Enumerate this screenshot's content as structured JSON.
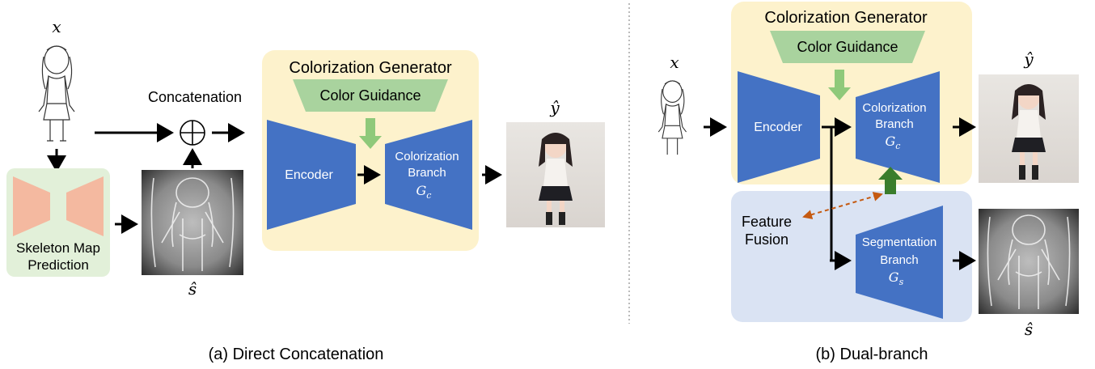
{
  "panel_a": {
    "caption": "(a) Direct Concatenation",
    "input_symbol": "x",
    "concat_label": "Concatenation",
    "concat_symbol": "⊕",
    "skeleton_box": {
      "line1": "Skeleton Map",
      "line2": "Prediction"
    },
    "skeleton_symbol": "ŝ",
    "generator": {
      "title": "Colorization Generator",
      "guidance": "Color Guidance",
      "encoder": "Encoder",
      "branch": {
        "line1": "Colorization",
        "line2": "Branch",
        "symbol": "G",
        "sub": "c"
      }
    },
    "output_symbol": "ŷ"
  },
  "panel_b": {
    "caption": "(b) Dual-branch",
    "input_symbol": "x",
    "generator": {
      "title": "Colorization Generator",
      "guidance": "Color Guidance",
      "encoder": "Encoder",
      "branch": {
        "line1": "Colorization",
        "line2": "Branch",
        "symbol": "G",
        "sub": "c"
      }
    },
    "fusion": {
      "line1": "Feature",
      "line2": "Fusion"
    },
    "seg_branch": {
      "line1": "Segmentation",
      "line2": "Branch",
      "symbol": "G",
      "sub": "s"
    },
    "output_symbol": "ŷ",
    "skeleton_symbol": "ŝ"
  },
  "colors": {
    "generator_bg": "#fdf2cc",
    "guidance_fill": "#a9d39e",
    "network_blue": "#4472c4",
    "skeleton_bg": "#e2f0d9",
    "skeleton_shape": "#f4b9a0",
    "fusion_bg": "#dae3f3",
    "fusion_arrow": "#c55a11",
    "green_arrow_light": "#8fc97a",
    "green_arrow_dark": "#3a7d2c"
  }
}
